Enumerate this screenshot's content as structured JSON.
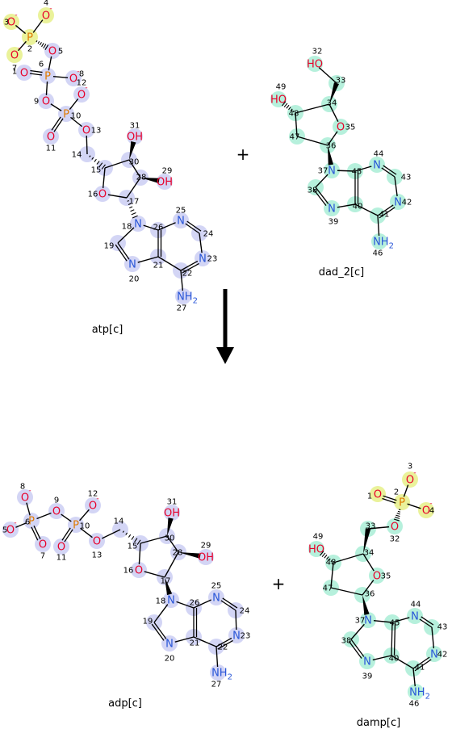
{
  "plus_sign": "+",
  "colors": {
    "bond": "#000000",
    "oxygen": "#e8002a",
    "nitrogen": "#2855d8",
    "phosphorus": "#e07a00",
    "hl_blue": "#d3d5f5",
    "hl_green": "#b6f0dc",
    "hl_yellow": "#eaf29a",
    "arrow": "#000000"
  },
  "molecules": [
    {
      "id": "atp",
      "name": "atp[c]",
      "highlight": "blue",
      "atoms": [
        {
          "n": "1",
          "sym": "O",
          "charge": "-",
          "hl": "yellow"
        },
        {
          "n": "2",
          "sym": "P",
          "hl": "yellow"
        },
        {
          "n": "3",
          "sym": "O",
          "charge": "-",
          "hl": "yellow"
        },
        {
          "n": "4",
          "sym": "O",
          "charge": "-",
          "hl": "yellow"
        },
        {
          "n": "5",
          "sym": "O"
        },
        {
          "n": "6",
          "sym": "P"
        },
        {
          "n": "7",
          "sym": "O"
        },
        {
          "n": "8",
          "sym": "O",
          "charge": "-"
        },
        {
          "n": "9",
          "sym": "O"
        },
        {
          "n": "10",
          "sym": "P"
        },
        {
          "n": "11",
          "sym": "O"
        },
        {
          "n": "12",
          "sym": "O",
          "charge": "-"
        },
        {
          "n": "13",
          "sym": "O"
        },
        {
          "n": "14",
          "sym": "C"
        },
        {
          "n": "15",
          "sym": "C"
        },
        {
          "n": "16",
          "sym": "O"
        },
        {
          "n": "17",
          "sym": "C"
        },
        {
          "n": "18",
          "sym": "N"
        },
        {
          "n": "19",
          "sym": "C"
        },
        {
          "n": "20",
          "sym": "N"
        },
        {
          "n": "21",
          "sym": "C"
        },
        {
          "n": "22",
          "sym": "C"
        },
        {
          "n": "23",
          "sym": "N"
        },
        {
          "n": "24",
          "sym": "C"
        },
        {
          "n": "25",
          "sym": "N"
        },
        {
          "n": "26",
          "sym": "C"
        },
        {
          "n": "27",
          "sym": "NH2"
        },
        {
          "n": "28",
          "sym": "C"
        },
        {
          "n": "29",
          "sym": "OH"
        },
        {
          "n": "30",
          "sym": "C"
        },
        {
          "n": "31",
          "sym": "OH"
        }
      ]
    },
    {
      "id": "dad_2",
      "name": "dad_2[c]",
      "highlight": "green",
      "atoms": [
        {
          "n": "32",
          "sym": "HO"
        },
        {
          "n": "33",
          "sym": "C"
        },
        {
          "n": "34",
          "sym": "C"
        },
        {
          "n": "35",
          "sym": "O"
        },
        {
          "n": "36",
          "sym": "C"
        },
        {
          "n": "37",
          "sym": "N"
        },
        {
          "n": "38",
          "sym": "C"
        },
        {
          "n": "39",
          "sym": "N"
        },
        {
          "n": "40",
          "sym": "C"
        },
        {
          "n": "41",
          "sym": "C"
        },
        {
          "n": "42",
          "sym": "N"
        },
        {
          "n": "43",
          "sym": "C"
        },
        {
          "n": "44",
          "sym": "N"
        },
        {
          "n": "45",
          "sym": "C"
        },
        {
          "n": "46",
          "sym": "NH2"
        },
        {
          "n": "47",
          "sym": "C"
        },
        {
          "n": "48",
          "sym": "C"
        },
        {
          "n": "49",
          "sym": "HO"
        }
      ]
    },
    {
      "id": "adp",
      "name": "adp[c]",
      "highlight": "blue",
      "atoms": [
        {
          "n": "5",
          "sym": "O",
          "charge": "-"
        },
        {
          "n": "6",
          "sym": "P"
        },
        {
          "n": "7",
          "sym": "O"
        },
        {
          "n": "8",
          "sym": "O",
          "charge": "-"
        },
        {
          "n": "9",
          "sym": "O"
        },
        {
          "n": "10",
          "sym": "P"
        },
        {
          "n": "11",
          "sym": "O"
        },
        {
          "n": "12",
          "sym": "O",
          "charge": "-"
        },
        {
          "n": "13",
          "sym": "O"
        },
        {
          "n": "14",
          "sym": "C"
        },
        {
          "n": "15",
          "sym": "C"
        },
        {
          "n": "16",
          "sym": "O"
        },
        {
          "n": "17",
          "sym": "C"
        },
        {
          "n": "18",
          "sym": "N"
        },
        {
          "n": "19",
          "sym": "C"
        },
        {
          "n": "20",
          "sym": "N"
        },
        {
          "n": "21",
          "sym": "C"
        },
        {
          "n": "22",
          "sym": "C"
        },
        {
          "n": "23",
          "sym": "N"
        },
        {
          "n": "24",
          "sym": "C"
        },
        {
          "n": "25",
          "sym": "N"
        },
        {
          "n": "26",
          "sym": "C"
        },
        {
          "n": "27",
          "sym": "NH2"
        },
        {
          "n": "28",
          "sym": "C"
        },
        {
          "n": "29",
          "sym": "OH"
        },
        {
          "n": "30",
          "sym": "C"
        },
        {
          "n": "31",
          "sym": "OH"
        }
      ]
    },
    {
      "id": "damp",
      "name": "damp[c]",
      "highlight": "green",
      "atoms": [
        {
          "n": "1",
          "sym": "O",
          "hl": "yellow"
        },
        {
          "n": "2",
          "sym": "P",
          "hl": "yellow"
        },
        {
          "n": "3",
          "sym": "O",
          "charge": "-",
          "hl": "yellow"
        },
        {
          "n": "4",
          "sym": "O",
          "charge": "-",
          "hl": "yellow"
        },
        {
          "n": "32",
          "sym": "O"
        },
        {
          "n": "33",
          "sym": "C"
        },
        {
          "n": "34",
          "sym": "C"
        },
        {
          "n": "35",
          "sym": "O"
        },
        {
          "n": "36",
          "sym": "C"
        },
        {
          "n": "37",
          "sym": "N"
        },
        {
          "n": "38",
          "sym": "C"
        },
        {
          "n": "39",
          "sym": "N"
        },
        {
          "n": "40",
          "sym": "C"
        },
        {
          "n": "41",
          "sym": "C"
        },
        {
          "n": "42",
          "sym": "N"
        },
        {
          "n": "43",
          "sym": "C"
        },
        {
          "n": "44",
          "sym": "N"
        },
        {
          "n": "45",
          "sym": "C"
        },
        {
          "n": "46",
          "sym": "NH2"
        },
        {
          "n": "47",
          "sym": "C"
        },
        {
          "n": "48",
          "sym": "C"
        },
        {
          "n": "49",
          "sym": "HO"
        }
      ]
    }
  ]
}
